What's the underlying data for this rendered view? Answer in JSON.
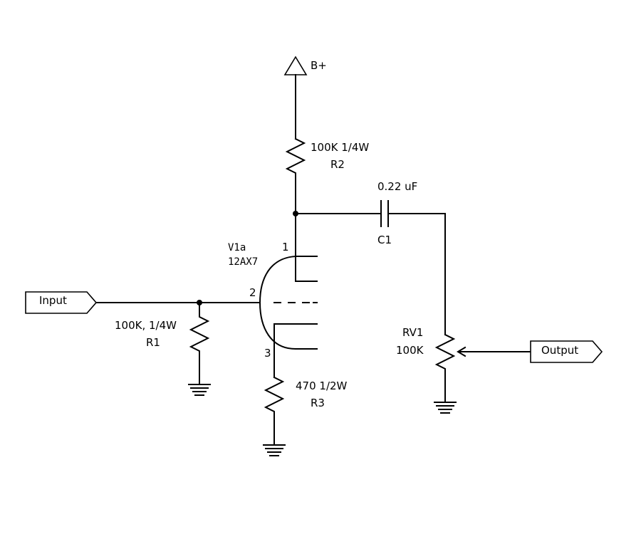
{
  "supply": {
    "label": "B+"
  },
  "input_port": {
    "label": "Input"
  },
  "output_port": {
    "label": "Output"
  },
  "tube": {
    "ref": "V1a",
    "type": "12AX7",
    "pin_plate": "1",
    "pin_grid": "2",
    "pin_cathode": "3"
  },
  "r1": {
    "value": "100K, 1/4W",
    "ref": "R1"
  },
  "r2": {
    "value": "100K 1/4W",
    "ref": "R2"
  },
  "r3": {
    "value": "470 1/2W",
    "ref": "R3"
  },
  "c1": {
    "value": "0.22 uF",
    "ref": "C1"
  },
  "rv1": {
    "ref": "RV1",
    "value": "100K"
  }
}
